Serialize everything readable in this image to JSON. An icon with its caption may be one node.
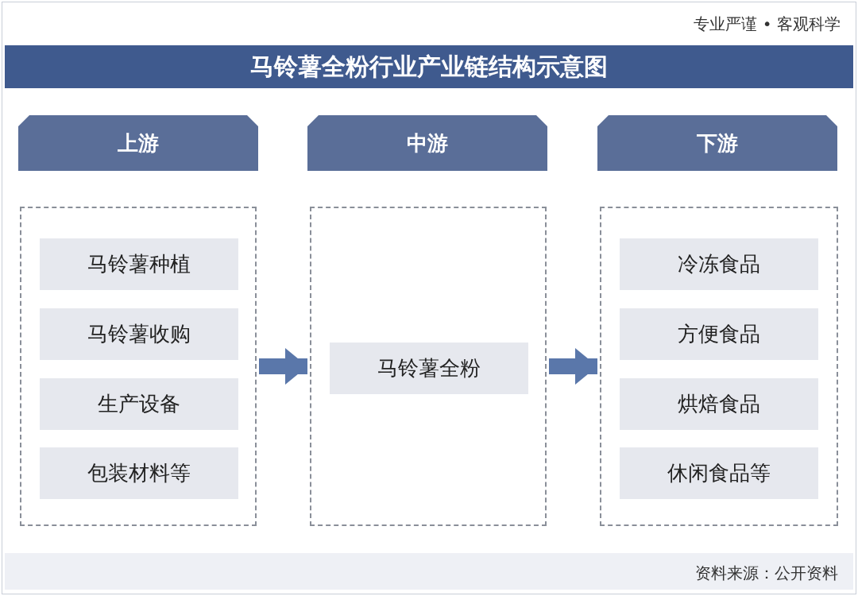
{
  "diagram": {
    "title": "马铃薯全粉行业产业链结构示意图",
    "nodes": [
      {
        "text": [
          "上游"
        ]
      },
      {
        "text": [
          "中游"
        ]
      },
      {
        "text": [
          "下游"
        ]
      },
      {
        "text": [],
        "shape": "box"
      },
      {
        "text": [
          "马铃薯种植"
        ],
        "in": 3
      },
      {
        "text": [
          "马铃薯收购"
        ],
        "in": 3
      },
      {
        "text": [
          "生产设备"
        ],
        "in": 3
      },
      {
        "text": [
          "包装材料等"
        ],
        "in": 3
      },
      {
        "text": [],
        "shape": "box"
      },
      {
        "text": [
          "马铃薯全粉"
        ],
        "in": 8
      },
      {
        "text": [],
        "shape": "box"
      },
      {
        "text": [
          "冷冻食品"
        ],
        "in": 10
      },
      {
        "text": [
          "方便食品"
        ],
        "in": 10
      },
      {
        "text": [
          "烘焙食品"
        ],
        "in": 10
      },
      {
        "text": [
          "休闲食品等"
        ],
        "in": 10
      }
    ],
    "edges": [
      {
        "from": 3,
        "to": 8,
        "arrow": "to"
      },
      {
        "from": 8,
        "to": 10,
        "arrow": "to"
      }
    ],
    "labels": [
      "专业严谨 • 客观科学",
      "资料来源：公开资料"
    ]
  }
}
